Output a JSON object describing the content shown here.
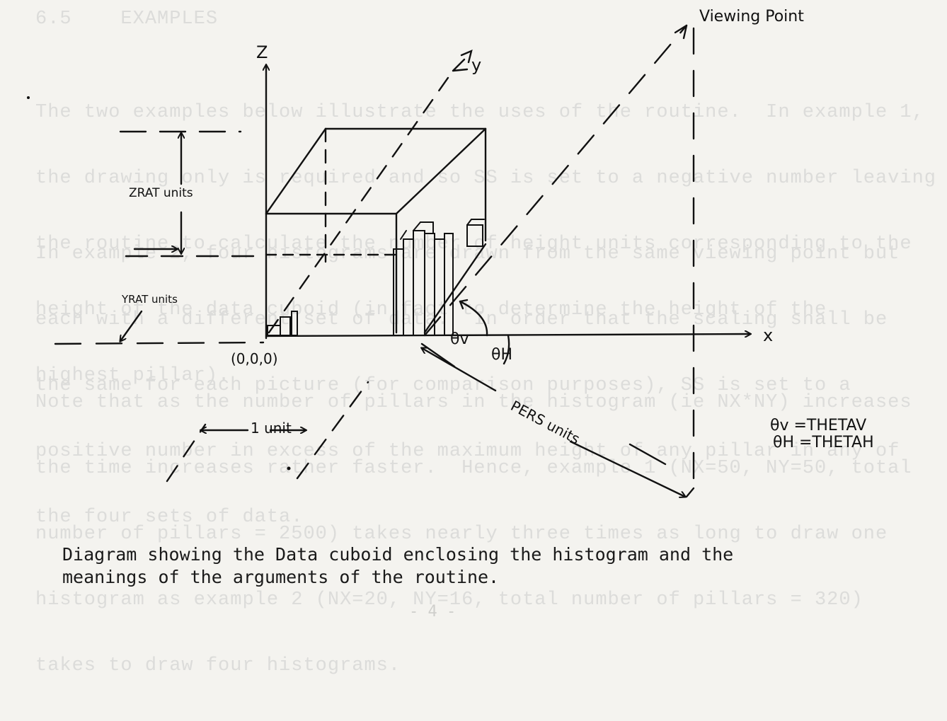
{
  "ghost": {
    "heading": "6.5    EXAMPLES",
    "p1": [
      "The two examples below illustrate the uses of the routine.  In example 1,",
      "the drawing only is required and so SS is set to a negative number leaving",
      "the routine to calculate the number of height units corresponding to the",
      "height of the data cuboid (in fact to determine the height of the",
      "highest pillar)."
    ],
    "p2": [
      "In example 2, four histograms are drawn from the same viewing point but",
      "each with a different set of data.  In order that the scaling shall be",
      "the same for each picture (for comparison purposes), SS is set to a",
      "positive number in excess of the maximum height of any pillar in any of",
      "the four sets of data."
    ],
    "p3": [
      "Note that as the number of pillars in the histogram (ie NX*NY) increases",
      "the time increases rather faster.  Hence, example 1 (NX=50, NY=50, total",
      "number of pillars = 2500) takes nearly three times as long to draw one",
      "histogram as example 2 (NX=20, NY=16, total number of pillars = 320)",
      "takes to draw four histograms."
    ]
  },
  "diagram": {
    "z_label": "Z",
    "y_label": "y",
    "x_label": "x",
    "viewing_point": "Viewing Point",
    "zrat": "ZRAT units",
    "yrat": "YRAT units",
    "origin": "(0,0,0)",
    "unit": "1 unit",
    "pers": "PERS units",
    "theta_v": "θv",
    "theta_h": "θH",
    "legend_v": "θv =THETAV",
    "legend_h": "θH =THETAH"
  },
  "caption": {
    "line1": "Diagram showing the Data cuboid enclosing the histogram and the",
    "line2": "meanings of the arguments of the routine."
  },
  "page_number": "- 4 -"
}
